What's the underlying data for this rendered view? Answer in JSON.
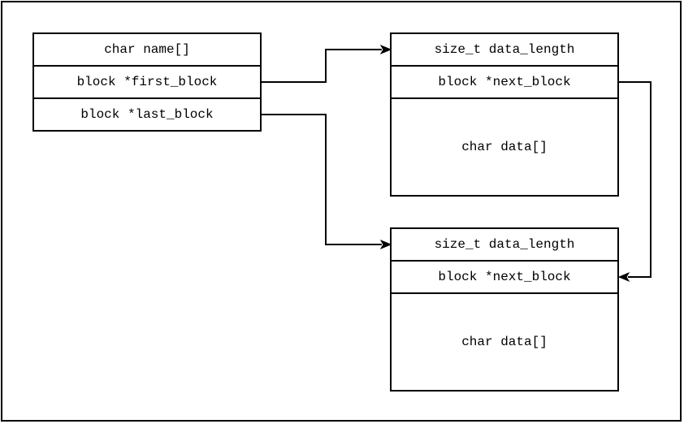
{
  "file_struct": {
    "name_field": "char name[]",
    "first_block_field": "block *first_block",
    "last_block_field": "block *last_block"
  },
  "block_a": {
    "length_field": "size_t data_length",
    "next_field": "block *next_block",
    "data_field": "char data[]"
  },
  "block_b": {
    "length_field": "size_t data_length",
    "next_field": "block *next_block",
    "data_field": "char data[]"
  },
  "colors": {
    "stroke": "#000000",
    "background": "#ffffff"
  }
}
